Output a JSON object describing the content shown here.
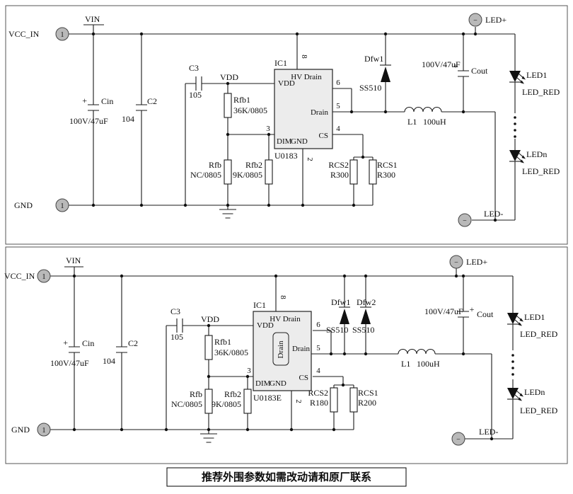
{
  "caption": "推荐外围参数如需改动请和原厂联系",
  "circuit1": {
    "vcc_in": "VCC_IN",
    "pin1": "1",
    "vin": "VIN",
    "gnd": "GND",
    "cin": "Cin",
    "cin_plus": "+",
    "cin_val": "100V/47uF",
    "c2": "C2",
    "c2_val": "104",
    "c3": "C3",
    "c3_val": "105",
    "vdd": "VDD",
    "rfb1": "Rfb1",
    "rfb1_val": "36K/0805",
    "rfb": "Rfb",
    "rfb_val": "NC/0805",
    "rfb2": "Rfb2",
    "rfb2_val": "9K/0805",
    "ic_ref": "IC1",
    "ic_part": "U0183",
    "ic_vdd": "VDD",
    "ic_hvdrain": "HV Drain",
    "ic_drain": "Drain",
    "ic_dim": "DIM",
    "ic_gnd": "GND",
    "ic_cs": "CS",
    "p2": "2",
    "p3": "3",
    "p4": "4",
    "p5": "5",
    "p6": "6",
    "p8": "8",
    "rcs2": "RCS2",
    "rcs2_val": "R300",
    "rcs1": "RCS1",
    "rcs1_val": "R300",
    "dfw1": "Dfw1",
    "dfw1_val": "SS510",
    "l1": "L1",
    "l1_val": "100uH",
    "cout": "Cout",
    "cout_plus": "+",
    "cout_val": "100V/47uF",
    "led_plus": "LED+",
    "led_minus": "LED-",
    "term_dash": "−",
    "led1": "LED1",
    "led1_type": "LED_RED",
    "ledn": "LEDn",
    "ledn_type": "LED_RED"
  },
  "circuit2": {
    "vcc_in": "VCC_IN",
    "pin1": "1",
    "vin": "VIN",
    "gnd": "GND",
    "cin": "Cin",
    "cin_plus": "+",
    "cin_val": "100V/47uF",
    "c2": "C2",
    "c2_val": "104",
    "c3": "C3",
    "c3_val": "105",
    "vdd": "VDD",
    "rfb1": "Rfb1",
    "rfb1_val": "36K/0805",
    "rfb": "Rfb",
    "rfb_val": "NC/0805",
    "rfb2": "Rfb2",
    "rfb2_val": "9K/0805",
    "ic_ref": "IC1",
    "ic_part": "U0183E",
    "ic_vdd": "VDD",
    "ic_hvdrain": "HV Drain",
    "ic_drain": "Drain",
    "ic_drain_inner": "Drain",
    "ic_dim": "DIM",
    "ic_gnd": "GND",
    "ic_cs": "CS",
    "p2": "2",
    "p3": "3",
    "p4": "4",
    "p5": "5",
    "p6": "6",
    "p8": "8",
    "rcs2": "RCS2",
    "rcs2_val": "R180",
    "rcs1": "RCS1",
    "rcs1_val": "R200",
    "dfw1": "Dfw1",
    "dfw1_val": "SS510",
    "dfw2": "Dfw2",
    "dfw2_val": "SS510",
    "l1": "L1",
    "l1_val": "100uH",
    "cout": "Cout",
    "cout_plus": "+",
    "cout_val": "100V/47uF",
    "led_plus": "LED+",
    "led_minus": "LED-",
    "term_dash": "−",
    "led1": "LED1",
    "led1_type": "LED_RED",
    "ledn": "LEDn",
    "ledn_type": "LED_RED"
  }
}
